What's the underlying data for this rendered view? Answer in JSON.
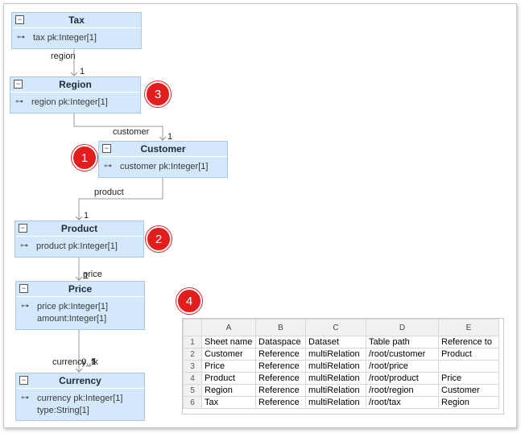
{
  "entities": {
    "tax": {
      "title": "Tax",
      "rows": [
        "tax pk:Integer[1]"
      ]
    },
    "region": {
      "title": "Region",
      "rows": [
        "region pk:Integer[1]"
      ]
    },
    "customer": {
      "title": "Customer",
      "rows": [
        "customer pk:Integer[1]"
      ]
    },
    "product": {
      "title": "Product",
      "rows": [
        "product pk:Integer[1]"
      ]
    },
    "price": {
      "title": "Price",
      "rows": [
        "price pk:Integer[1]",
        "amount:Integer[1]"
      ]
    },
    "currency": {
      "title": "Currency",
      "rows": [
        "currency pk:Integer[1]",
        "type:String[1]"
      ]
    }
  },
  "links": {
    "region": {
      "label": "region",
      "mult": "1"
    },
    "customer": {
      "label": "customer",
      "mult": "1"
    },
    "product": {
      "label": "product",
      "mult": "1"
    },
    "price": {
      "label": "price",
      "mult": "1"
    },
    "currency": {
      "label": "currency_fk",
      "mult": "0..1"
    }
  },
  "badges": [
    "1",
    "2",
    "3",
    "4"
  ],
  "collapse_glyph": "−",
  "key_glyph": "⊶",
  "sheet": {
    "columns": [
      "A",
      "B",
      "C",
      "D",
      "E"
    ],
    "rows": [
      {
        "n": "1",
        "cells": [
          "Sheet name",
          "Dataspace",
          "Dataset",
          "Table path",
          "Reference to"
        ]
      },
      {
        "n": "2",
        "cells": [
          "Customer",
          "Reference",
          "multiRelation",
          "/root/customer",
          "Product"
        ]
      },
      {
        "n": "3",
        "cells": [
          "Price",
          "Reference",
          "multiRelation",
          "/root/price",
          ""
        ]
      },
      {
        "n": "4",
        "cells": [
          "Product",
          "Reference",
          "multiRelation",
          "/root/product",
          "Price"
        ]
      },
      {
        "n": "5",
        "cells": [
          "Region",
          "Reference",
          "multiRelation",
          "/root/region",
          "Customer"
        ]
      },
      {
        "n": "6",
        "cells": [
          "Tax",
          "Reference",
          "multiRelation",
          "/root/tax",
          "Region"
        ]
      }
    ]
  },
  "colors": {
    "entity_bg": "#d4e8fb",
    "badge": "#e21d1d",
    "line": "#9a9a9a"
  }
}
